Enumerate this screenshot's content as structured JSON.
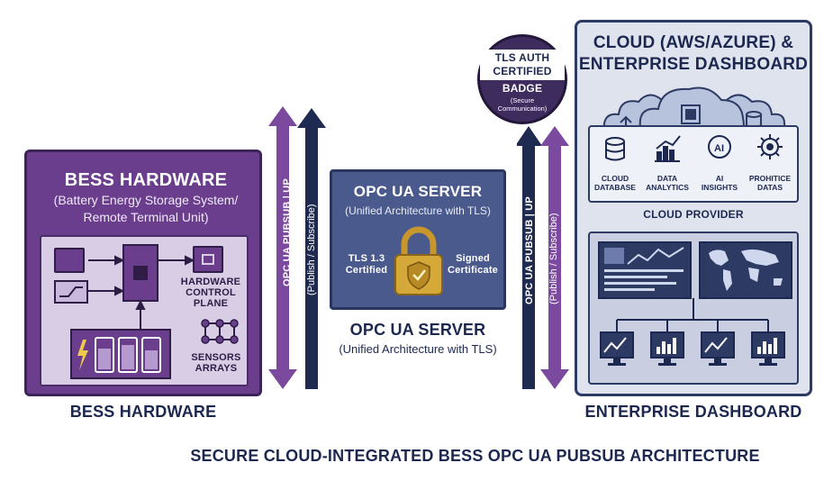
{
  "bess": {
    "title": "BESS HARDWARE",
    "subtitle_line1": "(Battery Energy Storage System/",
    "subtitle_line2": "Remote Terminal Unit)",
    "hw_control_line1": "HARDWARE",
    "hw_control_line2": "CONTROL PLANE",
    "sensors_line1": "SENSORS",
    "sensors_line2": "ARRAYS",
    "label": "BESS HARDWARE"
  },
  "arrows_left": {
    "purple_text": "OPC UA PUBSUB | UP",
    "navy_text": "(Publish / Subscribe)"
  },
  "arrows_right": {
    "purple_text": "OPC UA PUBSUB | UP",
    "navy_text": "(Publish / Subscribe)"
  },
  "opc": {
    "title": "OPC UA SERVER",
    "subtitle": "(Unified Architecture with TLS)",
    "tls_line1": "TLS 1.3",
    "tls_line2": "Certified",
    "signed_line1": "Signed",
    "signed_line2": "Certificate",
    "label": "OPC UA SERVER",
    "label_sub": "(Unified Architecture with TLS)"
  },
  "badge": {
    "line1": "TLS AUTH",
    "line2": "CERTIFIED",
    "line3": "BADGE",
    "sub1": "(Secure",
    "sub2": "Communication)"
  },
  "cloud": {
    "title_line1": "CLOUD (AWS/AZURE) &",
    "title_line2": "ENTERPRISE DASHBOARD",
    "services": [
      {
        "line1": "CLOUD",
        "line2": "DATABASE",
        "icon": "database-icon"
      },
      {
        "line1": "DATA",
        "line2": "ANALYTICS",
        "icon": "analytics-icon"
      },
      {
        "line1": "AI",
        "line2": "INSIGHTS",
        "icon": "ai-icon"
      },
      {
        "line1": "PROHITICE",
        "line2": "DATAS",
        "icon": "gear-icon"
      }
    ],
    "provider": "CLOUD PROVIDER",
    "label": "ENTERPRISE DASHBOARD"
  },
  "footer": "SECURE CLOUD-INTEGRATED BESS OPC UA PUBSUB ARCHITECTURE",
  "colors": {
    "purple": "#6a3e8c",
    "navy": "#1f2a50",
    "steel": "#4a5a8c",
    "gold": "#d4a93a"
  }
}
